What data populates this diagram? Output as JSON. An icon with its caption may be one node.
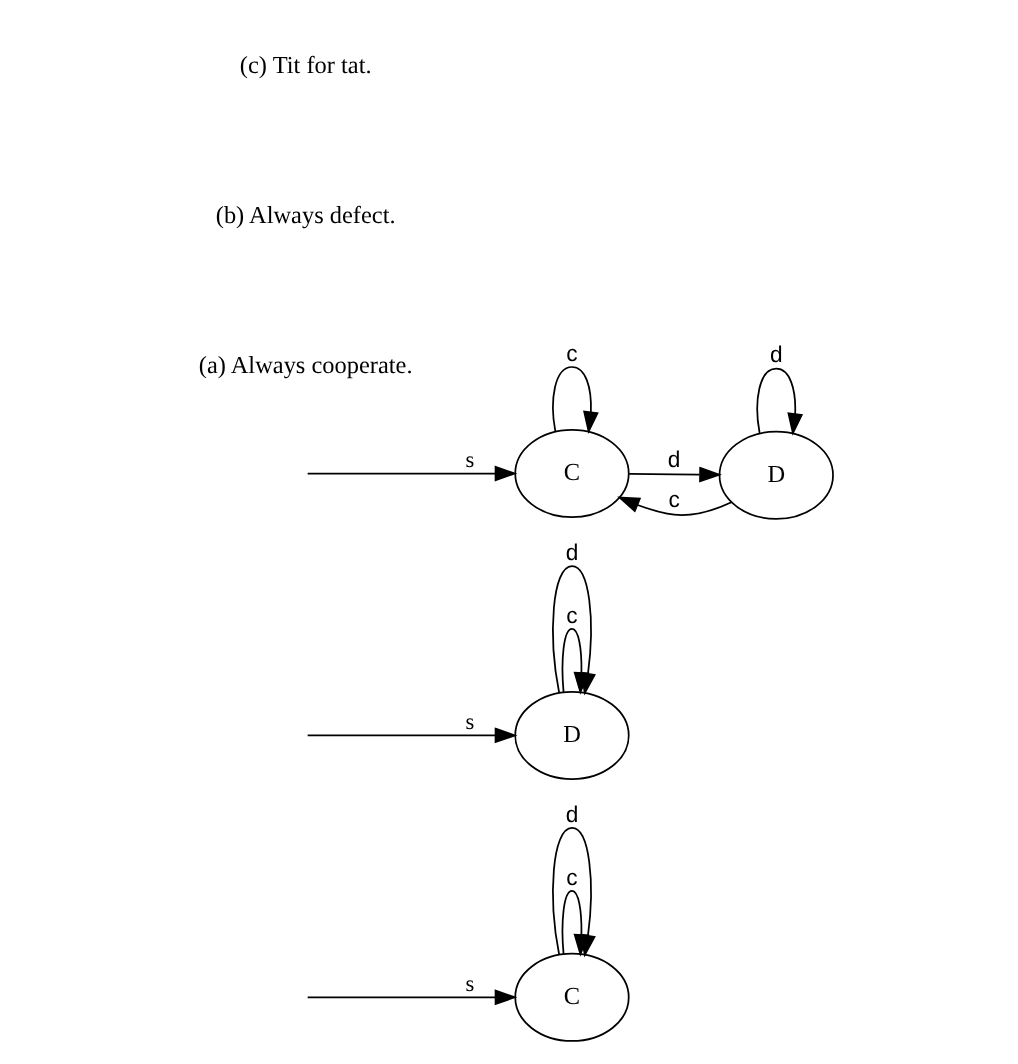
{
  "diagram": {
    "nodes": [
      {
        "text": [
          "C"
        ]
      },
      {
        "text": [
          "D"
        ]
      },
      {
        "text": [
          "C"
        ]
      },
      {
        "text": [
          "D"
        ]
      }
    ],
    "edges": [
      {
        "from": null,
        "to": 0,
        "arrow": "to",
        "label": "s"
      },
      {
        "from": 0,
        "to": 0,
        "arrow": "to",
        "label": "c"
      },
      {
        "from": 0,
        "to": 0,
        "arrow": "to",
        "label": "d"
      },
      {
        "from": null,
        "to": 1,
        "arrow": "to",
        "label": "s"
      },
      {
        "from": 1,
        "to": 1,
        "arrow": "to",
        "label": "c"
      },
      {
        "from": 1,
        "to": 1,
        "arrow": "to",
        "label": "d"
      },
      {
        "from": null,
        "to": 2,
        "arrow": "to",
        "label": "s"
      },
      {
        "from": 2,
        "to": 3,
        "arrow": "to",
        "label": "d"
      },
      {
        "from": 3,
        "to": 2,
        "arrow": "to",
        "label": "c"
      },
      {
        "from": 3,
        "to": 3,
        "arrow": "to",
        "label": "d"
      },
      {
        "from": 2,
        "to": 2,
        "arrow": "to",
        "label": "c"
      }
    ],
    "labels": [
      "(a) Always cooperate.",
      "(b) Always defect.",
      "(c) Tit for tat."
    ]
  }
}
